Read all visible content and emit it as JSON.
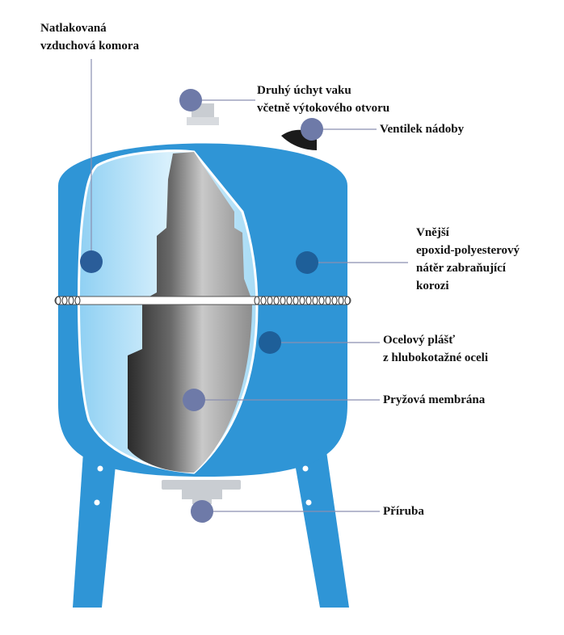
{
  "colors": {
    "tank_blue": "#2f95d6",
    "tank_blue_dark": "#1f78b8",
    "leader_line": "#8a8fb0",
    "marker_purple": "#6e7aa8",
    "marker_blue": "#1e5f99",
    "membrane_gray": "#9a9a9a",
    "air_chamber": "#bfe2f7"
  },
  "labels": {
    "air_chamber": {
      "line1": "Natlakovaná",
      "line2": "vzduchová komora"
    },
    "bag_mount": {
      "line1": "Druhý úchyt vaku",
      "line2": "včetně výtokového otvoru"
    },
    "valve": {
      "line1": "Ventilek nádoby"
    },
    "coating": {
      "line1": "Vnější",
      "line2": "epoxid-polyesterový",
      "line3": "nátěr zabraňující",
      "line4": "korozi"
    },
    "shell": {
      "line1": "Ocelový plášť",
      "line2": "z hlubokotažné oceli"
    },
    "membrane": {
      "line1": "Pryžová membrána"
    },
    "flange": {
      "line1": "Příruba"
    }
  }
}
